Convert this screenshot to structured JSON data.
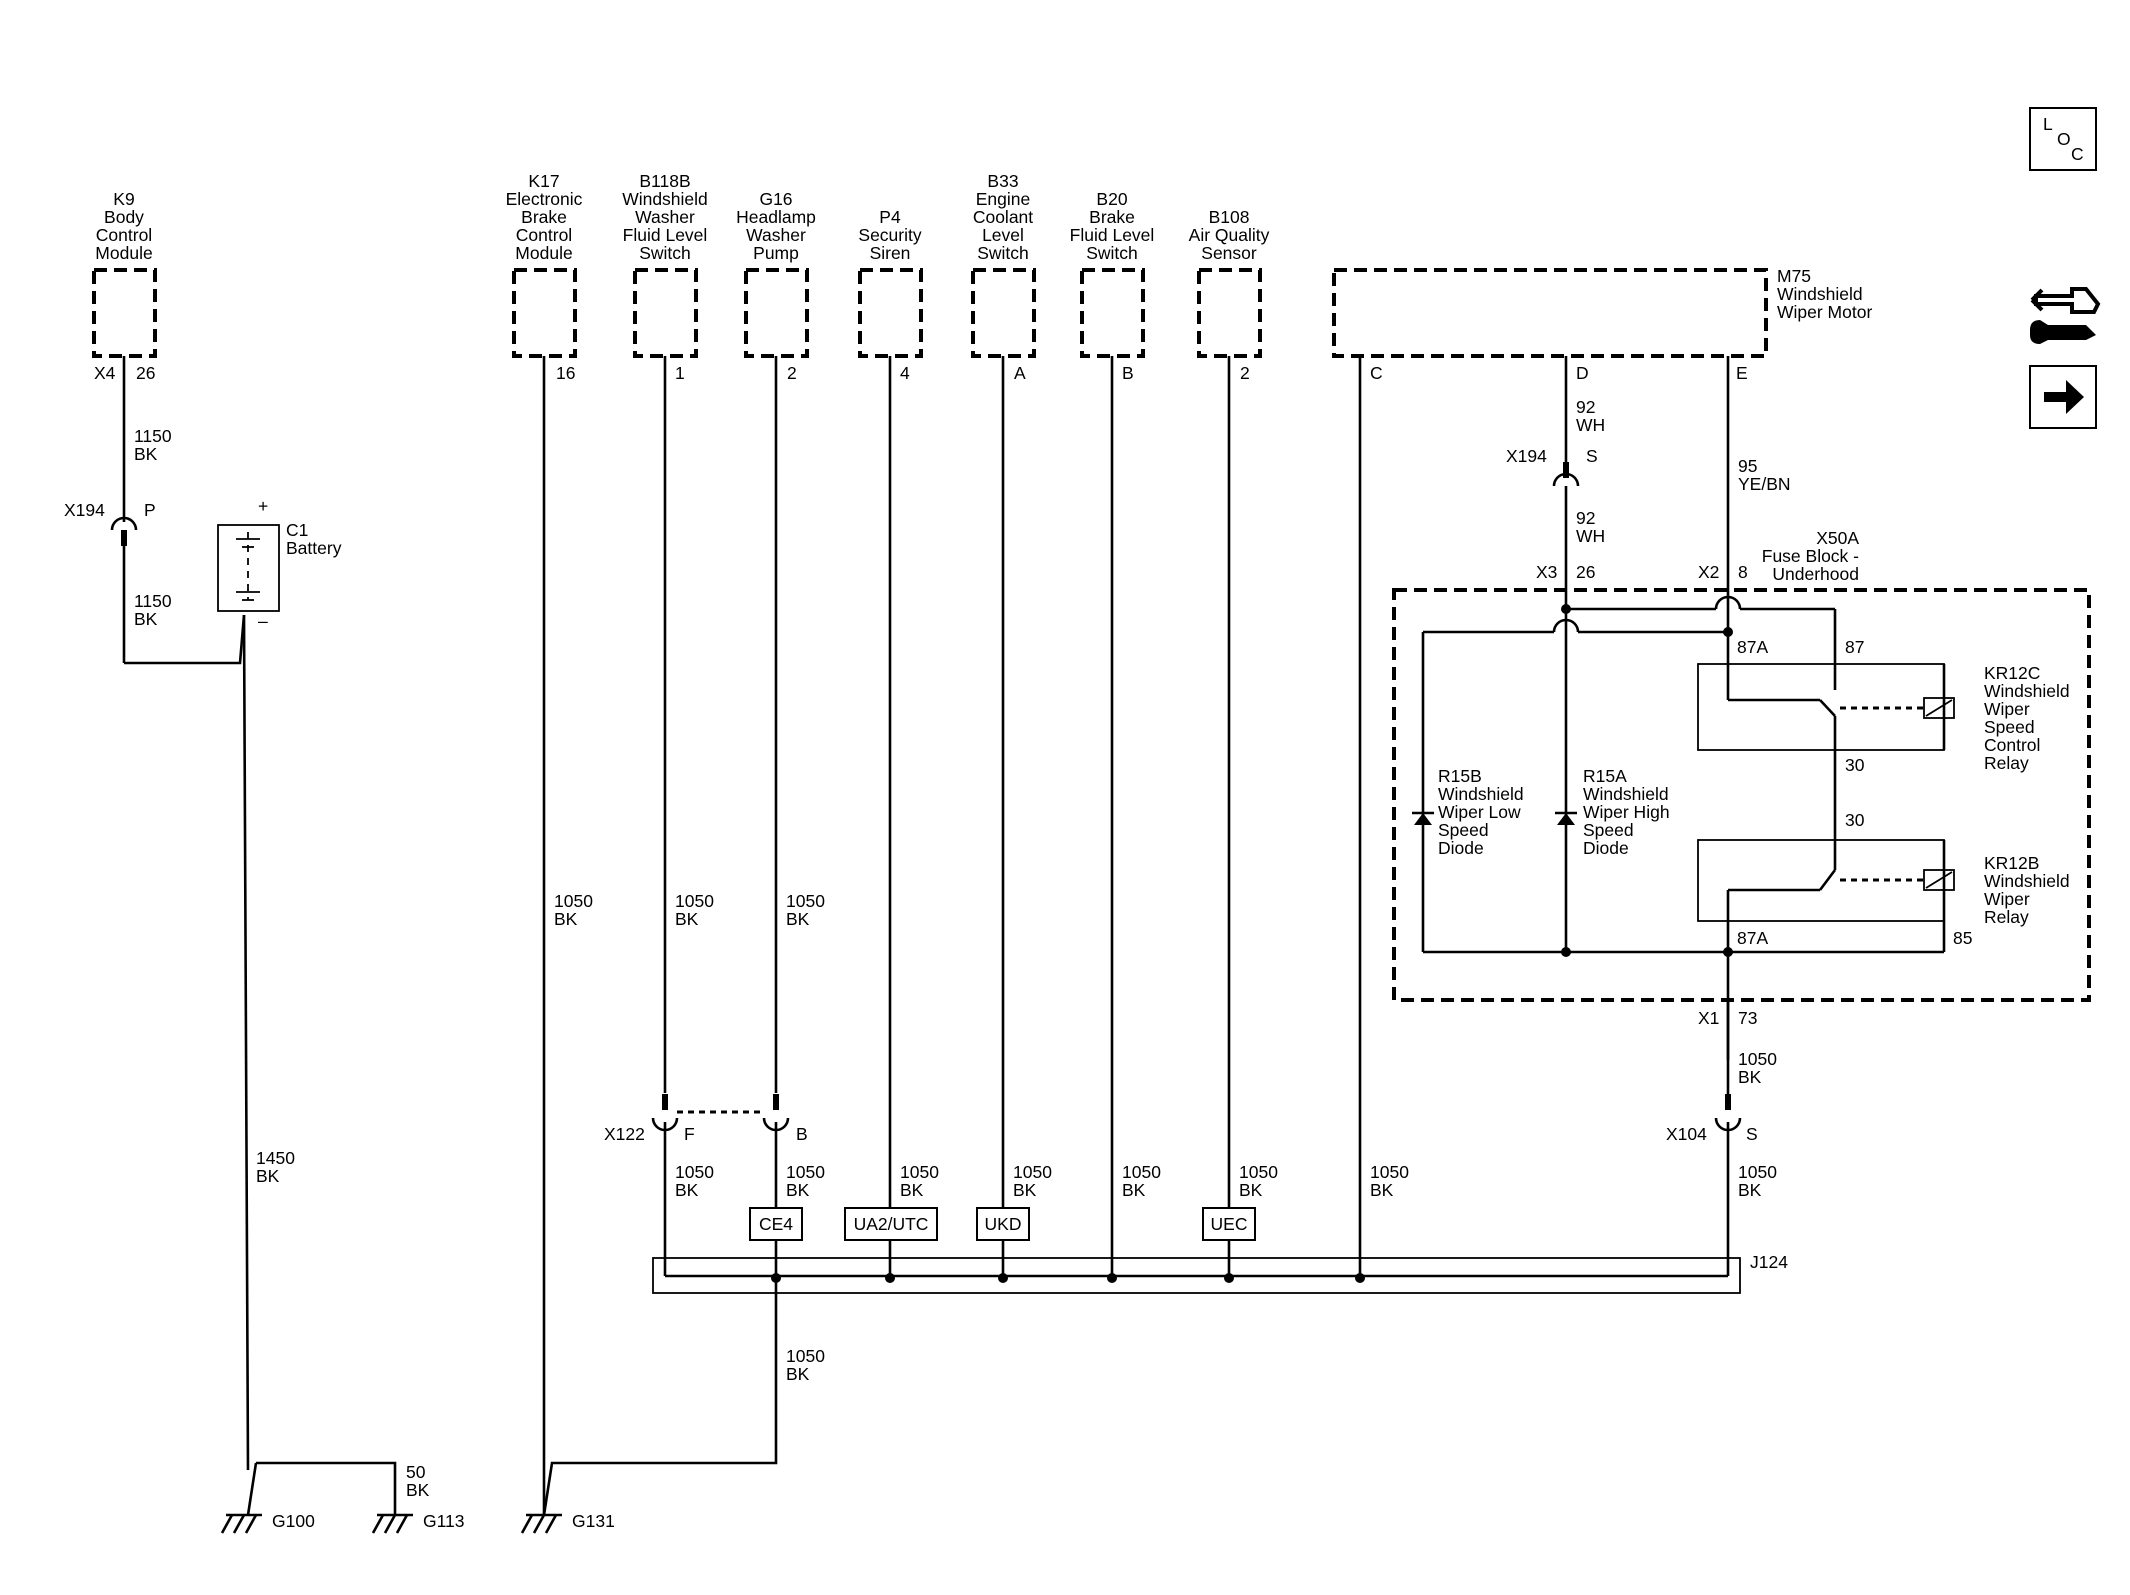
{
  "modules": {
    "k9": [
      "K9",
      "Body",
      "Control",
      "Module"
    ],
    "k17": [
      "K17",
      "Electronic",
      "Brake",
      "Control",
      "Module"
    ],
    "b118b": [
      "B118B",
      "Windshield",
      "Washer",
      "Fluid Level",
      "Switch"
    ],
    "g16": [
      "G16",
      "Headlamp",
      "Washer",
      "Pump"
    ],
    "p4": [
      "P4",
      "Security",
      "Siren"
    ],
    "b33": [
      "B33",
      "Engine",
      "Coolant",
      "Level",
      "Switch"
    ],
    "b20": [
      "B20",
      "Brake",
      "Fluid Level",
      "Switch"
    ],
    "b108": [
      "B108",
      "Air Quality",
      "Sensor"
    ],
    "m75": [
      "M75",
      "Windshield",
      "Wiper Motor"
    ]
  },
  "battery": {
    "id": "C1",
    "name": "Battery",
    "plus": "+",
    "minus": "–"
  },
  "fuse_block": {
    "id": "X50A",
    "name": [
      "Fuse Block -",
      "Underhood"
    ]
  },
  "relays": {
    "kr12c": [
      "KR12C",
      "Windshield",
      "Wiper",
      "Speed",
      "Control",
      "Relay"
    ],
    "kr12b": [
      "KR12B",
      "Windshield",
      "Wiper",
      "Relay"
    ]
  },
  "diodes": {
    "r15b": [
      "R15B",
      "Windshield",
      "Wiper Low",
      "Speed",
      "Diode"
    ],
    "r15a": [
      "R15A",
      "Windshield",
      "Wiper High",
      "Speed",
      "Diode"
    ]
  },
  "pins": {
    "k9_conn": "X4",
    "k9_pin": "26",
    "k17_pin": "16",
    "b118b_pin": "1",
    "g16_pin": "2",
    "p4_pin": "4",
    "b33_pin": "A",
    "b20_pin": "B",
    "b108_pin": "2",
    "m75_c": "C",
    "m75_d": "D",
    "m75_e": "E",
    "x3": "X3",
    "x3_pin": "26",
    "x2": "X2",
    "x2_pin": "8",
    "x1": "X1",
    "x1_pin": "73",
    "kr12c_87a": "87A",
    "kr12c_87": "87",
    "kr12c_30": "30",
    "kr12b_30": "30",
    "kr12b_87a": "87A",
    "kr12b_85": "85"
  },
  "inline_connectors": {
    "x194_left": "X194",
    "x194_left_pin": "P",
    "x194_right": "X194",
    "x194_right_pin": "S",
    "x122": "X122",
    "x122_f": "F",
    "x122_b": "B",
    "x104": "X104",
    "x104_pin": "S"
  },
  "wires": {
    "k9_top": [
      "1150",
      "BK"
    ],
    "k9_bottom": [
      "1150",
      "BK"
    ],
    "battery_ground": [
      "1450",
      "BK"
    ],
    "g113": [
      "50",
      "BK"
    ],
    "k17": [
      "1050",
      "BK"
    ],
    "b118b_top": [
      "1050",
      "BK"
    ],
    "g16_top": [
      "1050",
      "BK"
    ],
    "b118b_bottom": [
      "1050",
      "BK"
    ],
    "g16_bottom": [
      "1050",
      "BK"
    ],
    "p4": [
      "1050",
      "BK"
    ],
    "b33": [
      "1050",
      "BK"
    ],
    "b20": [
      "1050",
      "BK"
    ],
    "b108": [
      "1050",
      "BK"
    ],
    "m75_c": [
      "1050",
      "BK"
    ],
    "x104_top": [
      "1050",
      "BK"
    ],
    "x104_bottom": [
      "1050",
      "BK"
    ],
    "g131": [
      "1050",
      "BK"
    ],
    "m75_d_top": [
      "92",
      "WH"
    ],
    "m75_d_bottom": [
      "92",
      "WH"
    ],
    "m75_e": [
      "95",
      "YE/BN"
    ]
  },
  "options": {
    "ce4": "CE4",
    "ua2": "UA2/UTC",
    "ukd": "UKD",
    "uec": "UEC"
  },
  "splice": "J124",
  "grounds": {
    "g100": "G100",
    "g113": "G113",
    "g131": "G131"
  },
  "sidebar": {
    "loc_button": [
      "L",
      "O",
      "C"
    ],
    "tools_icon": "connector-tools-icon",
    "next_icon": "right-arrow-icon"
  }
}
